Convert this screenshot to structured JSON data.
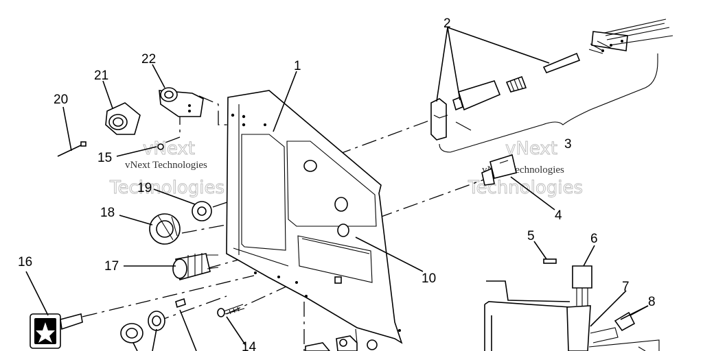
{
  "labels": {
    "l1": "1",
    "l2": "2",
    "l3": "3",
    "l4": "4",
    "l5": "5",
    "l6": "6",
    "l7": "7",
    "l8": "8",
    "l10": "10",
    "l14": "14",
    "l15": "15",
    "l16": "16",
    "l17": "17",
    "l18": "18",
    "l19": "19",
    "l20": "20",
    "l21": "21",
    "l22": "22"
  },
  "watermarks": {
    "left_company": "vNext Technologies",
    "left_line1": "vNext",
    "left_line2": "Technologies",
    "right_company": "vNext Technologies",
    "right_line1": "vNext",
    "right_line2": "Technologies"
  },
  "colors": {
    "ink": "#000000",
    "watermark": "#b8b8b8",
    "background": "#ffffff"
  }
}
